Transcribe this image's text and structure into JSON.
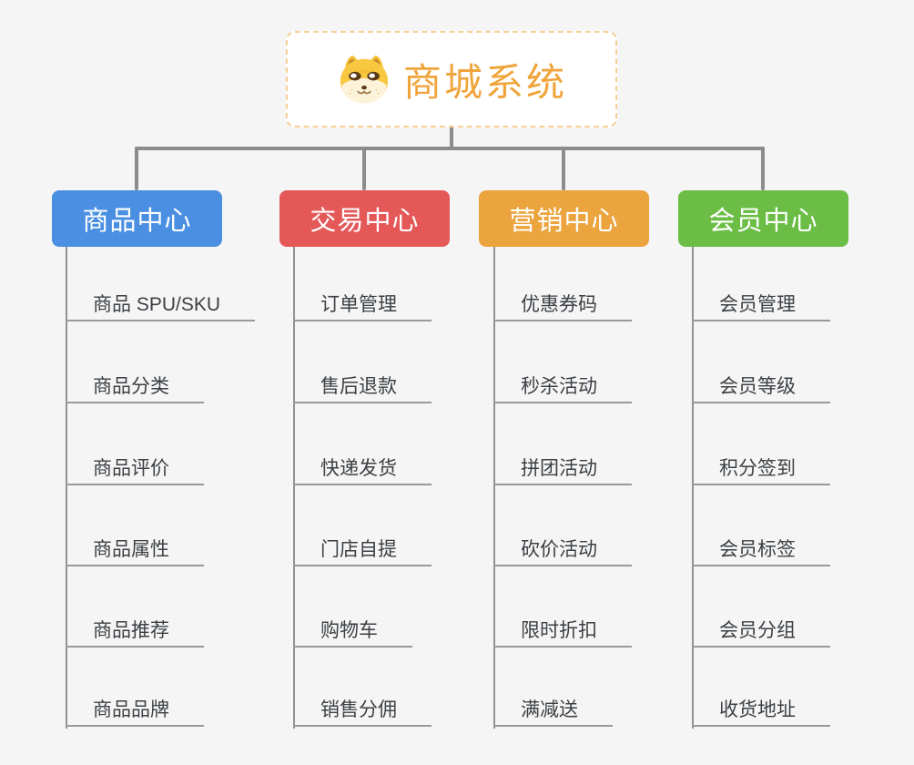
{
  "background_color": "#f5f5f5",
  "connector_color": "#8c8c8c",
  "root": {
    "title": "商城系统",
    "icon": "shiba-dog-icon",
    "text_color": "#f0a53c",
    "border_color": "#f5d096",
    "fill_color": "#ffffff"
  },
  "branches": [
    {
      "label": "商品中心",
      "color": "#4a8fe2",
      "items": [
        "商品 SPU/SKU",
        "商品分类",
        "商品评价",
        "商品属性",
        "商品推荐",
        "商品品牌"
      ]
    },
    {
      "label": "交易中心",
      "color": "#e45858",
      "items": [
        "订单管理",
        "售后退款",
        "快递发货",
        "门店自提",
        "购物车",
        "销售分佣"
      ]
    },
    {
      "label": "营销中心",
      "color": "#eba43e",
      "items": [
        "优惠券码",
        "秒杀活动",
        "拼团活动",
        "砍价活动",
        "限时折扣",
        "满减送"
      ]
    },
    {
      "label": "会员中心",
      "color": "#6bbd45",
      "items": [
        "会员管理",
        "会员等级",
        "积分签到",
        "会员标签",
        "会员分组",
        "收货地址"
      ]
    }
  ]
}
